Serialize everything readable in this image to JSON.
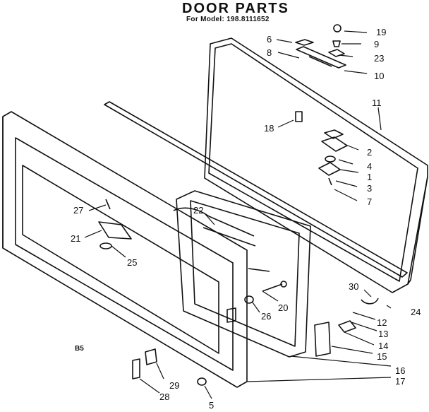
{
  "title": "DOOR PARTS",
  "subtitle": "For Model: 198.8111652",
  "diagram_code": "B5",
  "callouts": [
    "19",
    "9",
    "6",
    "8",
    "23",
    "10",
    "11",
    "18",
    "2",
    "4",
    "1",
    "3",
    "7",
    "22",
    "27",
    "21",
    "25",
    "20",
    "26",
    "30",
    "24",
    "12",
    "13",
    "14",
    "15",
    "16",
    "17",
    "29",
    "28",
    "5"
  ]
}
